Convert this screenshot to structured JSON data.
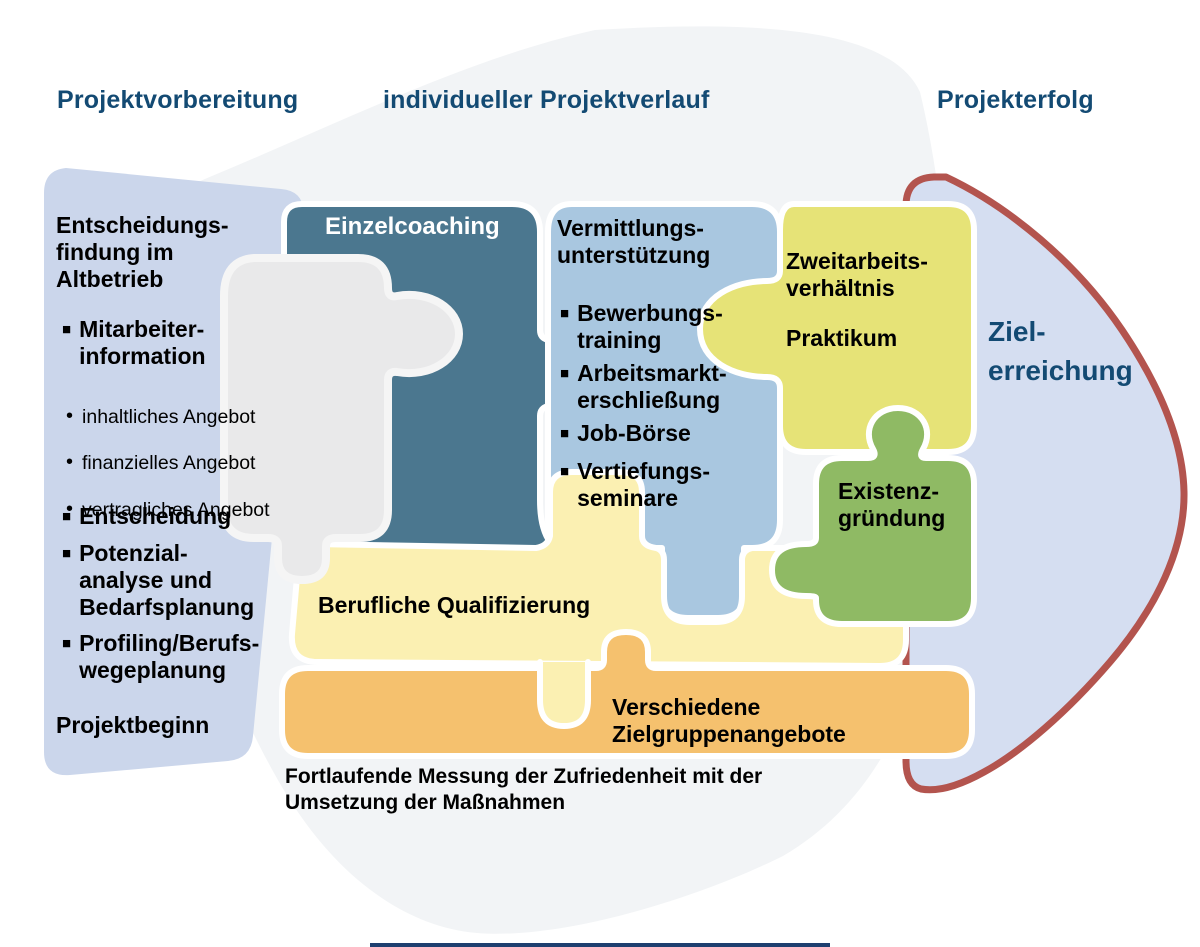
{
  "palette": {
    "bg_blob": "#f2f4f6",
    "left_panel": "#cbd6eb",
    "goal_panel_fill": "#d5def1",
    "goal_panel_border": "#b3544e",
    "piece_dark_blue": "#4b778f",
    "piece_light_blue": "#a9c7e0",
    "piece_yellow": "#e6e377",
    "piece_green": "#8fba64",
    "piece_pale_yellow": "#fbf0b2",
    "piece_orange": "#f5c16e",
    "piece_gray": "#e9e9ea",
    "heading_text": "#134a73",
    "bottom_bar": "#1e3f6f"
  },
  "markers": {
    "square": "■",
    "dot": "•"
  },
  "headers": {
    "left": "Projektvorbereitung",
    "center": "individueller Projektverlauf",
    "right": "Projekterfolg"
  },
  "left_panel": {
    "title": "Entscheidungs-\nfindung im\nAltbetrieb",
    "item1": "Mitarbeiter-\ninformation",
    "sub_items": [
      "inhaltliches Angebot",
      "finanzielles Angebot",
      "vertragliches Angebot"
    ],
    "item2": "Entscheidung",
    "item3": "Potenzial-\nanalyse und\nBedarfsplanung",
    "item4": "Profiling/Berufs-\nwegeplanung",
    "footer": "Projektbeginn"
  },
  "pieces": {
    "einzelcoaching_label": "Einzelcoaching",
    "vermittlung_title": "Vermittlungs-\nunterstützung",
    "vermittlung_bullets": [
      "Bewerbungs-\ntraining",
      "Arbeitsmarkt-\nerschließung",
      "Job-Börse",
      "Vertiefungs-\nseminare"
    ],
    "zweitarbeit_label": "Zweitarbeits-\nverhältnis",
    "praktikum_label": "Praktikum",
    "existenz_label": "Existenz-\ngründung",
    "qualifizierung_label": "Berufliche Qualifizierung",
    "zielgruppen_label": "Verschiedene\nZielgruppenangebote"
  },
  "goal_panel": {
    "label": "Ziel-\nerreichung"
  },
  "footnote": "Fortlaufende Messung der Zufriedenheit mit der\nUmsetzung der Maßnahmen"
}
